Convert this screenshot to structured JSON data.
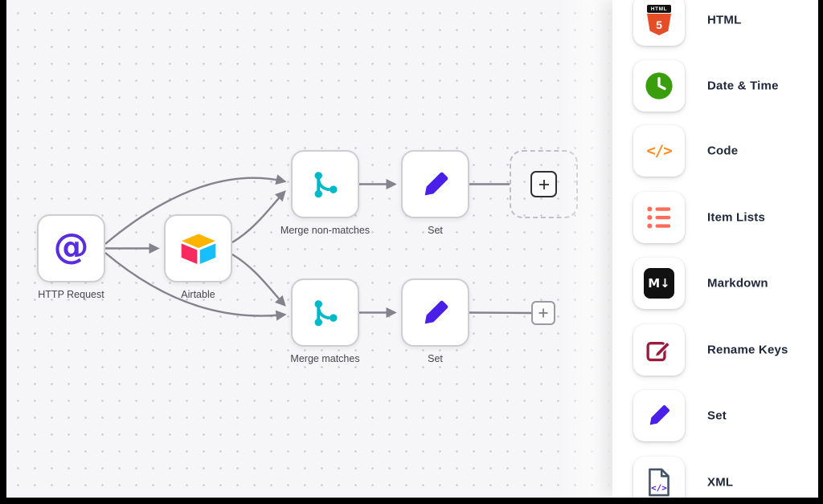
{
  "colors": {
    "canvas_bg": "#f6f6f8",
    "grid_dot": "#cfcfda",
    "wire_gray": "#83838d",
    "node_border": "#cdcdd4",
    "indigo_pencil": "#4a1fe8",
    "at_purple": "#5a2ee0",
    "merge_teal": "#00b9c8",
    "airtable_yellow": "#fcb400",
    "airtable_blue": "#18bfff",
    "airtable_red": "#f82b60",
    "html_orange": "#e44d26",
    "clock_green": "#3a9e0c",
    "code_orange": "#ff8c1a",
    "list_coral": "#ff6d5a",
    "markdown_black": "#111111",
    "rename_maroon": "#9b1b3c",
    "xml_slate": "#44546a",
    "panel_label": "#20283c"
  },
  "canvas": {
    "nodes": [
      {
        "label": "HTTP Request",
        "icon": "at-sign"
      },
      {
        "label": "Airtable",
        "icon": "airtable-logo"
      },
      {
        "label": "Merge non-matches",
        "icon": "git-merge"
      },
      {
        "label": "Set",
        "icon": "pencil"
      },
      {
        "label": "Merge matches",
        "icon": "git-merge"
      },
      {
        "label": "Set",
        "icon": "pencil"
      }
    ],
    "placeholders": [
      {
        "type": "add-node-large",
        "icon": "plus"
      },
      {
        "type": "add-node-small",
        "icon": "plus"
      }
    ],
    "icon_glyphs": {
      "at": "@"
    }
  },
  "sidebar": {
    "items": [
      {
        "label": "HTML",
        "icon": "html5"
      },
      {
        "label": "Date & Time",
        "icon": "clock"
      },
      {
        "label": "Code",
        "icon": "code-brackets"
      },
      {
        "label": "Item Lists",
        "icon": "list"
      },
      {
        "label": "Markdown",
        "icon": "markdown"
      },
      {
        "label": "Rename Keys",
        "icon": "edit-box"
      },
      {
        "label": "Set",
        "icon": "pencil"
      },
      {
        "label": "XML",
        "icon": "xml-file"
      }
    ],
    "icon_glyphs": {
      "html_banner": "HTML",
      "html_five": "5",
      "code": "</>",
      "markdown": "M↓",
      "xml_code": "</>"
    }
  }
}
